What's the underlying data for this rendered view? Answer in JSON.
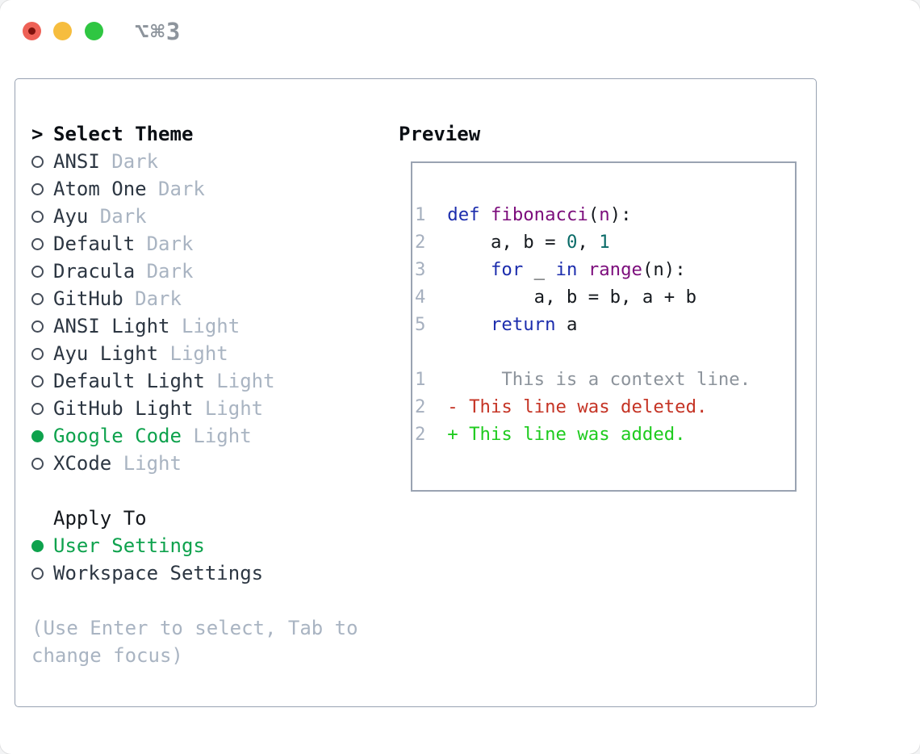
{
  "titlebar": {
    "shortcut": "⌥⌘3",
    "traffic_light_colors": {
      "close": "#ee6156",
      "minimize": "#f6bd3e",
      "zoom": "#2fc642"
    }
  },
  "theme_picker": {
    "prompt": ">",
    "header": "Select Theme",
    "themes": [
      {
        "name": "ANSI",
        "variant": "Dark",
        "selected": false
      },
      {
        "name": "Atom One",
        "variant": "Dark",
        "selected": false
      },
      {
        "name": "Ayu",
        "variant": "Dark",
        "selected": false
      },
      {
        "name": "Default",
        "variant": "Dark",
        "selected": false
      },
      {
        "name": "Dracula",
        "variant": "Dark",
        "selected": false
      },
      {
        "name": "GitHub",
        "variant": "Dark",
        "selected": false
      },
      {
        "name": "ANSI Light",
        "variant": "Light",
        "selected": false
      },
      {
        "name": "Ayu Light",
        "variant": "Light",
        "selected": false
      },
      {
        "name": "Default Light",
        "variant": "Light",
        "selected": false
      },
      {
        "name": "GitHub Light",
        "variant": "Light",
        "selected": false
      },
      {
        "name": "Google Code",
        "variant": "Light",
        "selected": true
      },
      {
        "name": "XCode",
        "variant": "Light",
        "selected": false
      }
    ],
    "apply_to": {
      "header": "Apply To",
      "options": [
        {
          "label": "User Settings",
          "selected": true
        },
        {
          "label": "Workspace Settings",
          "selected": false
        }
      ]
    },
    "help_lines": [
      "(Use Enter to select, Tab to",
      "change focus)"
    ],
    "selected_color": "#0ea24d",
    "muted_color": "#a9b4c2"
  },
  "preview": {
    "header": "Preview",
    "code_lines": [
      {
        "num": "1",
        "tokens": [
          {
            "text": "def",
            "type": "keyword"
          },
          {
            "text": " ",
            "type": "plain"
          },
          {
            "text": "fibonacci",
            "type": "type"
          },
          {
            "text": "(",
            "type": "plain"
          },
          {
            "text": "n",
            "type": "type"
          },
          {
            "text": "):",
            "type": "plain"
          }
        ]
      },
      {
        "num": "2",
        "tokens": [
          {
            "text": "    a, b = ",
            "type": "plain"
          },
          {
            "text": "0",
            "type": "literal"
          },
          {
            "text": ", ",
            "type": "plain"
          },
          {
            "text": "1",
            "type": "literal"
          }
        ]
      },
      {
        "num": "3",
        "tokens": [
          {
            "text": "    ",
            "type": "plain"
          },
          {
            "text": "for",
            "type": "keyword"
          },
          {
            "text": " _ ",
            "type": "plain"
          },
          {
            "text": "in",
            "type": "keyword"
          },
          {
            "text": " ",
            "type": "plain"
          },
          {
            "text": "range",
            "type": "type"
          },
          {
            "text": "(n):",
            "type": "plain"
          }
        ]
      },
      {
        "num": "4",
        "tokens": [
          {
            "text": "        a, b = b, a + b",
            "type": "plain"
          }
        ]
      },
      {
        "num": "5",
        "tokens": [
          {
            "text": "    ",
            "type": "plain"
          },
          {
            "text": "return",
            "type": "keyword"
          },
          {
            "text": " a",
            "type": "plain"
          }
        ]
      },
      {
        "num": "",
        "tokens": []
      },
      {
        "num": "1",
        "tokens": [
          {
            "text": "     This is a context line.",
            "type": "context"
          }
        ]
      },
      {
        "num": "2",
        "tokens": [
          {
            "text": "- This line was deleted.",
            "type": "deleted"
          }
        ]
      },
      {
        "num": "2",
        "tokens": [
          {
            "text": "+ This line was added.",
            "type": "added"
          }
        ]
      }
    ],
    "syntax_colors": {
      "keyword": "#1c2dad",
      "type": "#7c0d7c",
      "literal": "#0a6b68",
      "plain": "#15191e",
      "context": "#8c939b",
      "deleted": "#c53425",
      "added": "#1ecb1e",
      "line_number": "#a6b0bf"
    }
  }
}
